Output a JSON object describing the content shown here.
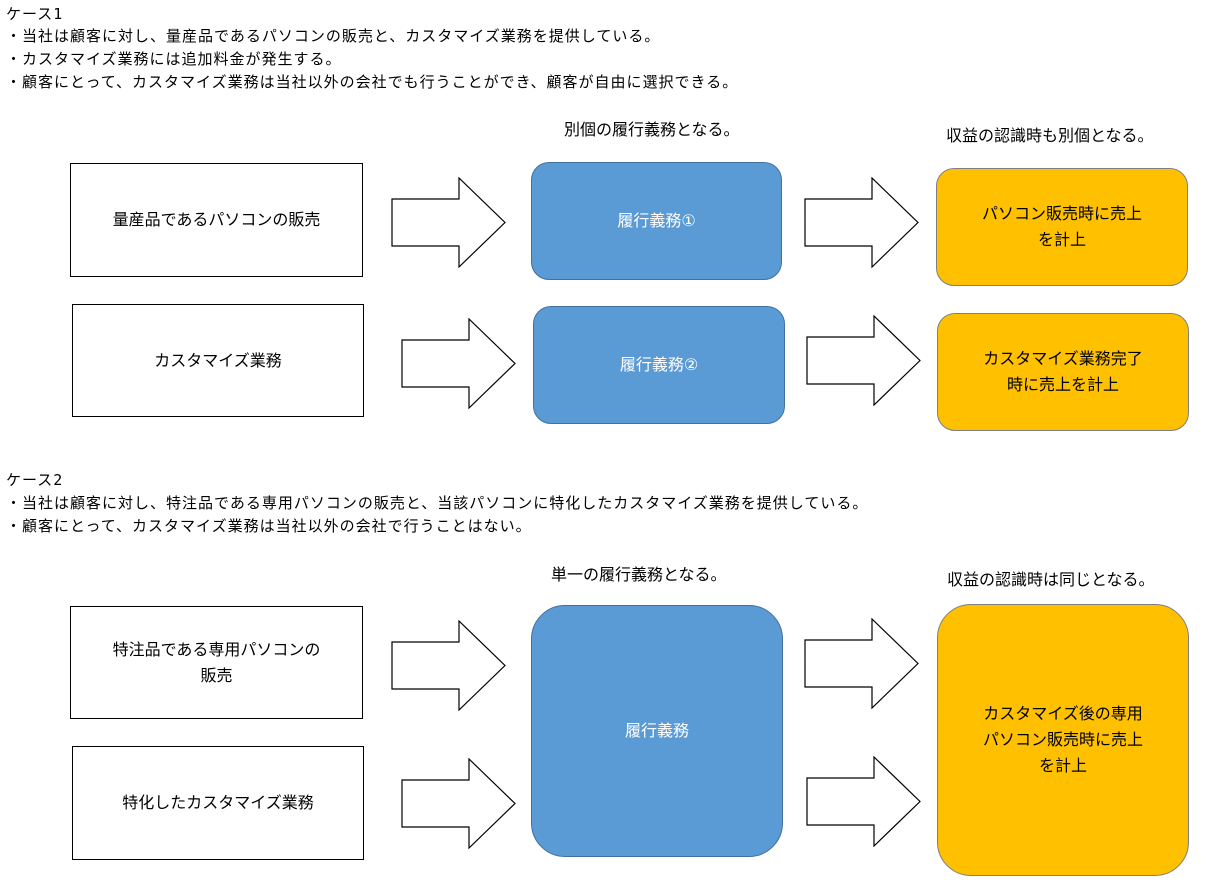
{
  "case1": {
    "heading": "ケース1",
    "bullets": [
      "・当社は顧客に対し、量産品であるパソコンの販売と、カスタマイズ業務を提供している。",
      "・カスタマイズ業務には追加料金が発生する。",
      "・顧客にとって、カスタマイズ業務は当社以外の会社でも行うことができ、顧客が自由に選択できる。"
    ],
    "label_obligation": "別個の履行義務となる。",
    "label_revenue": "収益の認識時も別個となる。",
    "inputs": [
      "量産品であるパソコンの販売",
      "カスタマイズ業務"
    ],
    "obligations": [
      "履行義務①",
      "履行義務②"
    ],
    "revenues": [
      "パソコン販売時に売上\nを計上",
      "カスタマイズ業務完了\n時に売上を計上"
    ]
  },
  "case2": {
    "heading": "ケース2",
    "bullets": [
      "・当社は顧客に対し、特注品である専用パソコンの販売と、当該パソコンに特化したカスタマイズ業務を提供している。",
      "・顧客にとって、カスタマイズ業務は当社以外の会社で行うことはない。"
    ],
    "label_obligation": "単一の履行義務となる。",
    "label_revenue": "収益の認識時は同じとなる。",
    "inputs": [
      "特注品である専用パソコンの\n販売",
      "特化したカスタマイズ業務"
    ],
    "obligation": "履行義務",
    "revenue": "カスタマイズ後の専用\nパソコン販売時に売上\nを計上"
  }
}
